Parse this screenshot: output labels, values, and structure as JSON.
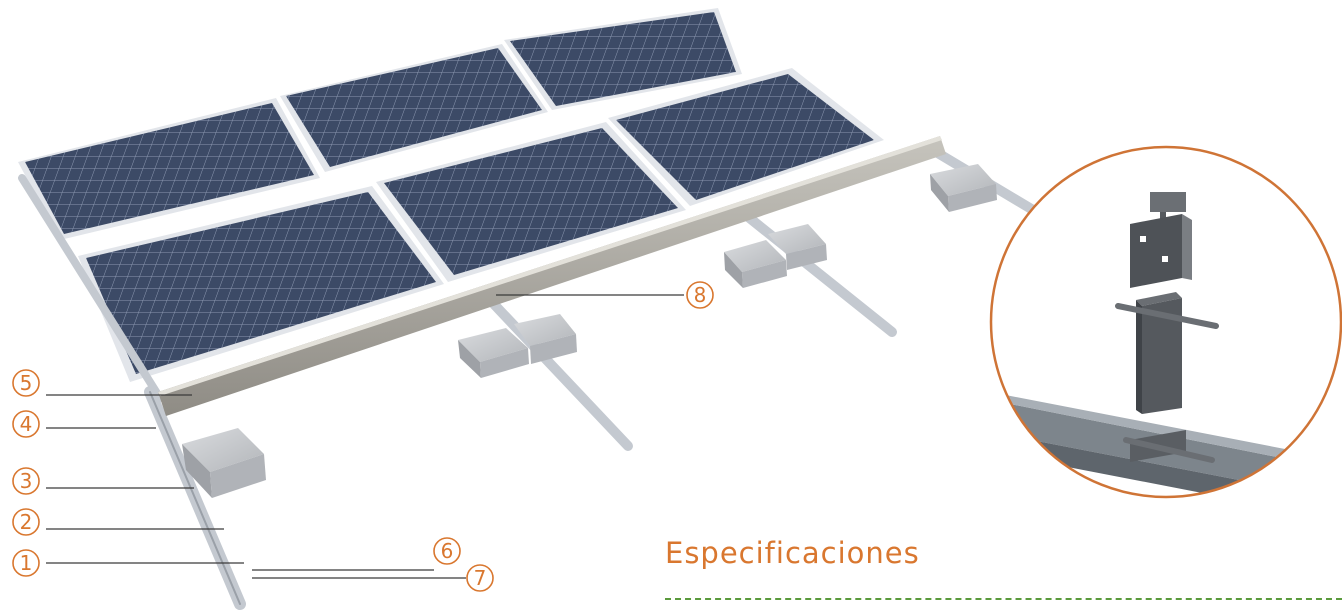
{
  "callouts": [
    {
      "id": "1",
      "label": "1"
    },
    {
      "id": "2",
      "label": "2"
    },
    {
      "id": "3",
      "label": "3"
    },
    {
      "id": "4",
      "label": "4"
    },
    {
      "id": "5",
      "label": "5"
    },
    {
      "id": "6",
      "label": "6"
    },
    {
      "id": "7",
      "label": "7"
    },
    {
      "id": "8",
      "label": "8"
    }
  ],
  "specifications": {
    "title": "Especificaciones"
  },
  "colors": {
    "accent": "#d9772f",
    "divider": "#5a9a3c",
    "panel": "#3b4a63",
    "frame": "#c9ced6",
    "ballast": "#b9bdc3"
  }
}
